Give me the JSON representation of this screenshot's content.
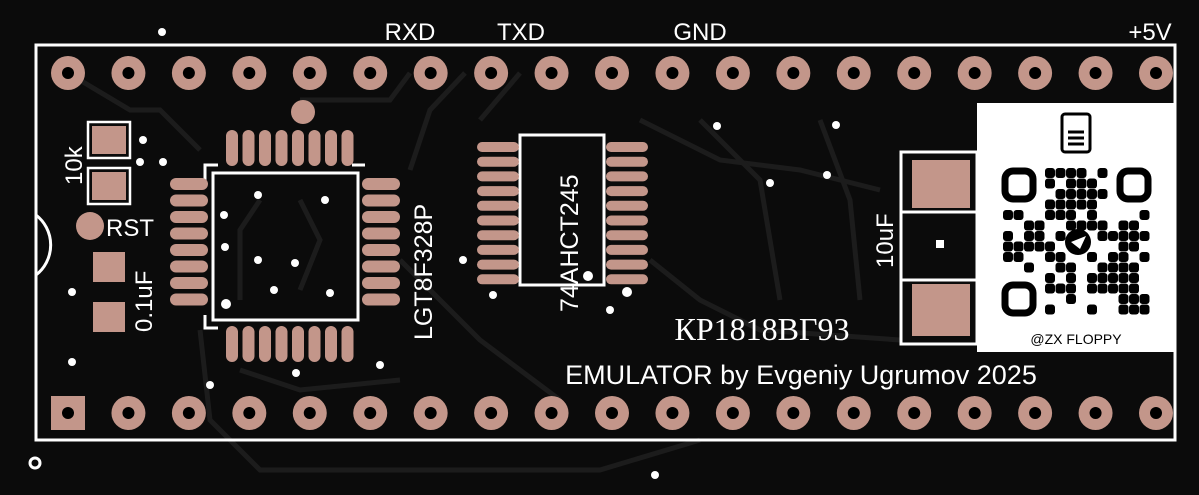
{
  "colors": {
    "board": "#0b0b0b",
    "copper": "#c3968a",
    "silk": "#ffffff",
    "trace": "#1c1c1c"
  },
  "header": {
    "pins_per_row": 19
  },
  "pin_labels": {
    "rxd": "RXD",
    "txd": "TXD",
    "gnd": "GND",
    "vcc": "+5V"
  },
  "components": {
    "resistor": "10k",
    "reset": "RST",
    "cap_small": "0.1uF",
    "mcu": "LGT8F328P",
    "buffer": "74AHCT245",
    "cap_large": "10uF"
  },
  "title": {
    "chip": "КР1818ВГ93",
    "line2": "EMULATOR by Evgeniy Ugrumov 2025"
  },
  "qr": {
    "caption": "@ZX FLOPPY"
  }
}
